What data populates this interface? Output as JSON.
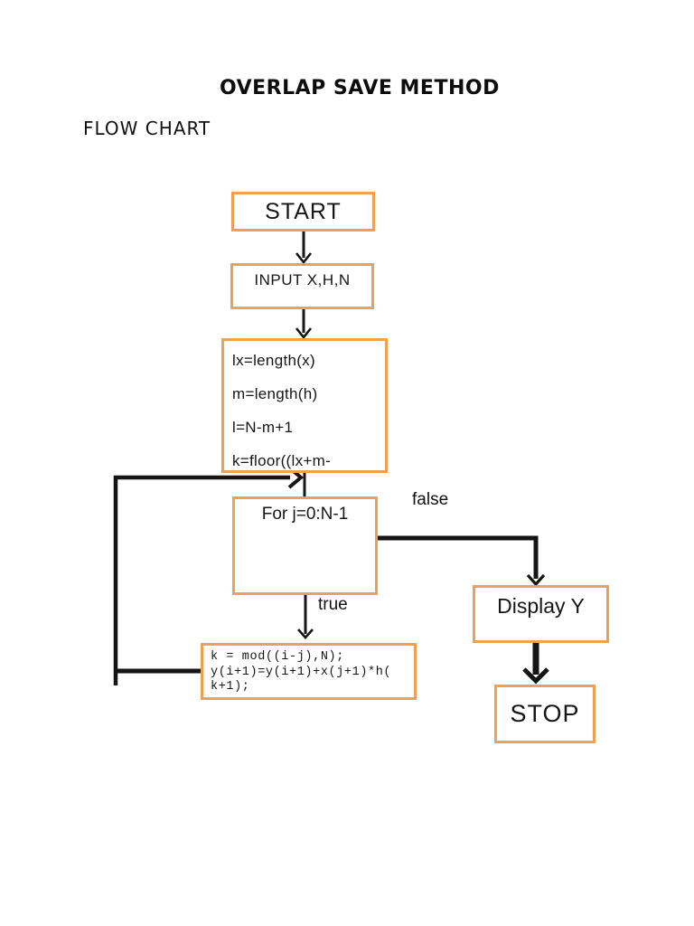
{
  "page": {
    "title": "OVERLAP SAVE METHOD",
    "subtitle": "FLOW CHART"
  },
  "flowchart": {
    "accent_color": "#F0A052",
    "line_color": "#151515",
    "nodes": {
      "start": {
        "label": "START"
      },
      "input": {
        "label": "INPUT X,H,N"
      },
      "init": {
        "lines": [
          "lx=length(x)",
          "m=length(h)",
          "l=N-m+1",
          "k=floor((lx+m-"
        ]
      },
      "for_loop": {
        "label": "For j=0:N-1"
      },
      "body": {
        "lines": [
          "k = mod((i-j),N);",
          "y(i+1)=y(i+1)+x(j+1)*h(",
          "k+1);"
        ]
      },
      "display": {
        "label": "Display Y"
      },
      "stop": {
        "label": "STOP"
      }
    },
    "edge_labels": {
      "false_branch": "false",
      "true_branch": "true"
    }
  }
}
